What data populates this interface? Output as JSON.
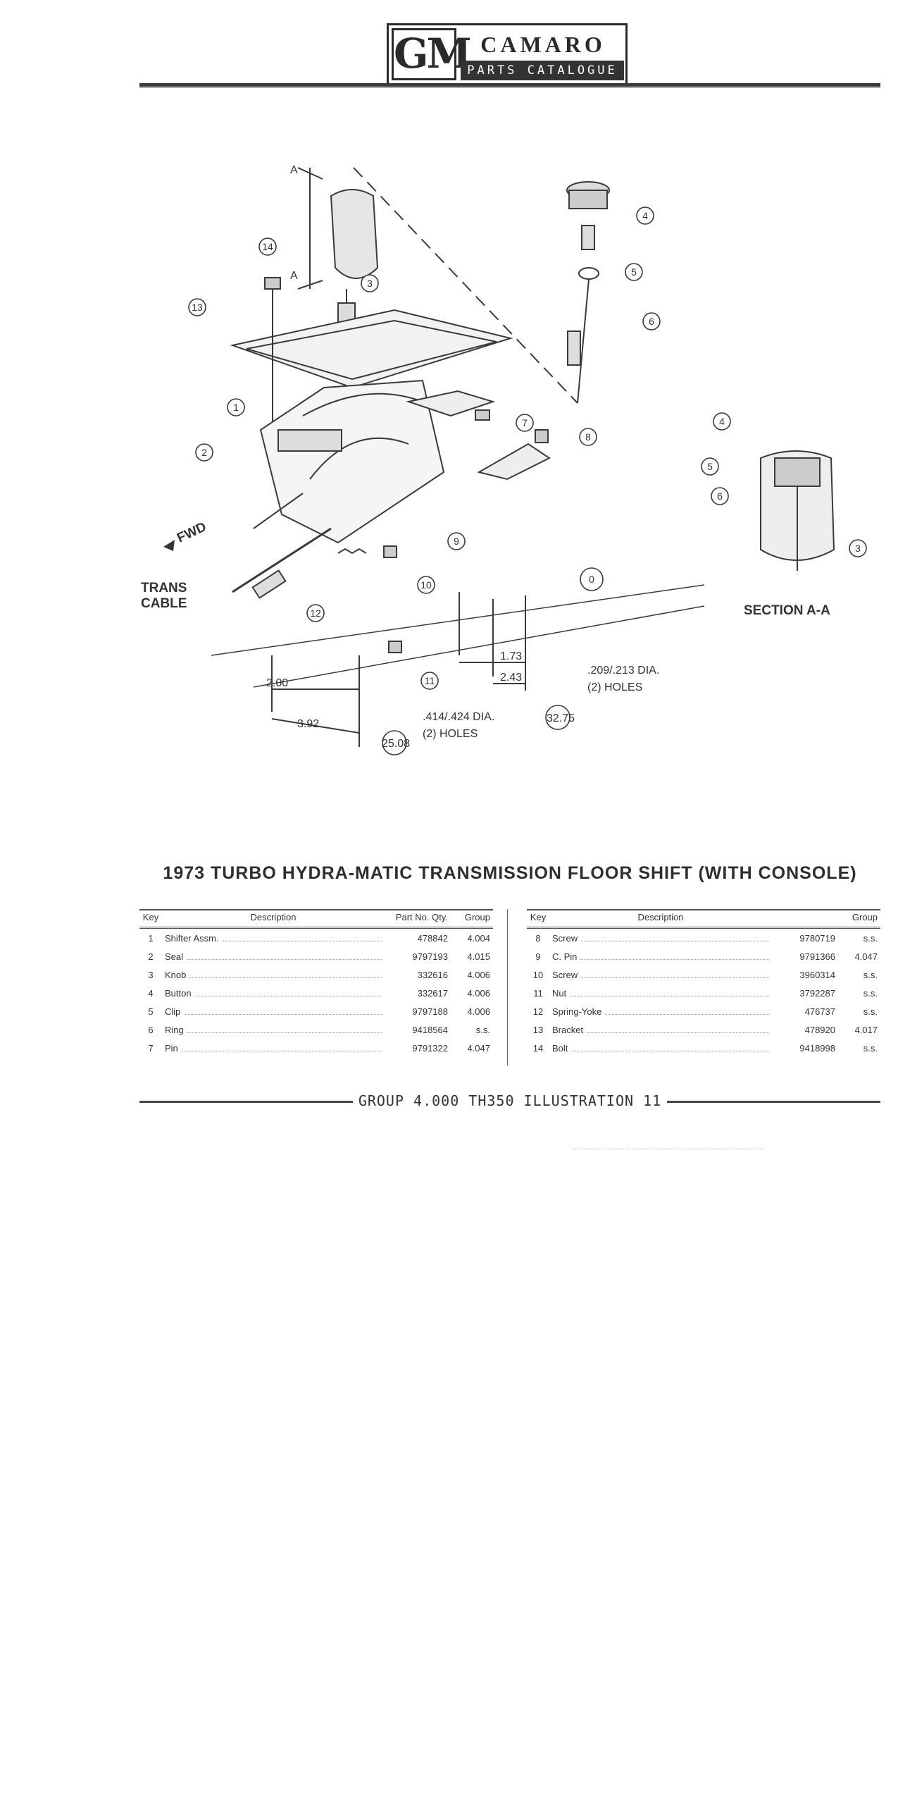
{
  "header": {
    "logo_text": "GM",
    "brand": "CAMARO",
    "subtitle": "PARTS CATALOGUE"
  },
  "diagram": {
    "labels": {
      "trans_cable_line1": "TRANS",
      "trans_cable_line2": "CABLE",
      "fwd": "FWD",
      "section": "SECTION A-A",
      "section_mark_top": "A",
      "section_mark_bottom": "A"
    },
    "dimensions": {
      "d1": "1.73",
      "d2": "2.43",
      "d3": "32.75",
      "d4": ".209/.213 DIA.",
      "d5": "(2) HOLES",
      "d6": "2.00",
      "d7": "3.92",
      "d8": "25.08",
      "d9": ".414/.424 DIA.",
      "d10": "(2) HOLES"
    },
    "callouts": [
      "1",
      "2",
      "3",
      "4",
      "5",
      "6",
      "7",
      "8",
      "9",
      "10",
      "11",
      "12",
      "13",
      "14",
      "0"
    ]
  },
  "title": "1973 TURBO HYDRA-MATIC TRANSMISSION FLOOR SHIFT (WITH CONSOLE)",
  "parts_left": {
    "headers": {
      "key": "Key",
      "description": "Description",
      "part_no": "Part No.",
      "qty": "Qty.",
      "group": "Group"
    },
    "rows": [
      {
        "key": "1",
        "description": "Shifter Assm.",
        "part_no": "478842",
        "group": "4.004"
      },
      {
        "key": "2",
        "description": "Seal",
        "part_no": "9797193",
        "group": "4.015"
      },
      {
        "key": "3",
        "description": "Knob",
        "part_no": "332616",
        "group": "4.006"
      },
      {
        "key": "4",
        "description": "Button",
        "part_no": "332617",
        "group": "4.006"
      },
      {
        "key": "5",
        "description": "Clip",
        "part_no": "9797188",
        "group": "4.006"
      },
      {
        "key": "6",
        "description": "Ring",
        "part_no": "9418564",
        "group": "s.s."
      },
      {
        "key": "7",
        "description": "Pin",
        "part_no": "9791322",
        "group": "4.047"
      }
    ]
  },
  "parts_right": {
    "headers": {
      "key": "Key",
      "description": "Description",
      "group": "Group"
    },
    "rows": [
      {
        "key": "8",
        "description": "Screw",
        "part_no": "9780719",
        "group": "s.s."
      },
      {
        "key": "9",
        "description": "C. Pin",
        "part_no": "9791366",
        "group": "4.047"
      },
      {
        "key": "10",
        "description": "Screw",
        "part_no": "3960314",
        "group": "s.s."
      },
      {
        "key": "11",
        "description": "Nut",
        "part_no": "3792287",
        "group": "s.s."
      },
      {
        "key": "12",
        "description": "Spring-Yoke",
        "part_no": "476737",
        "group": "s.s."
      },
      {
        "key": "13",
        "description": "Bracket",
        "part_no": "478920",
        "group": "4.017"
      },
      {
        "key": "14",
        "description": "Bolt",
        "part_no": "9418998",
        "group": "s.s."
      }
    ]
  },
  "footer": "GROUP 4.000 TH350 ILLUSTRATION 11"
}
